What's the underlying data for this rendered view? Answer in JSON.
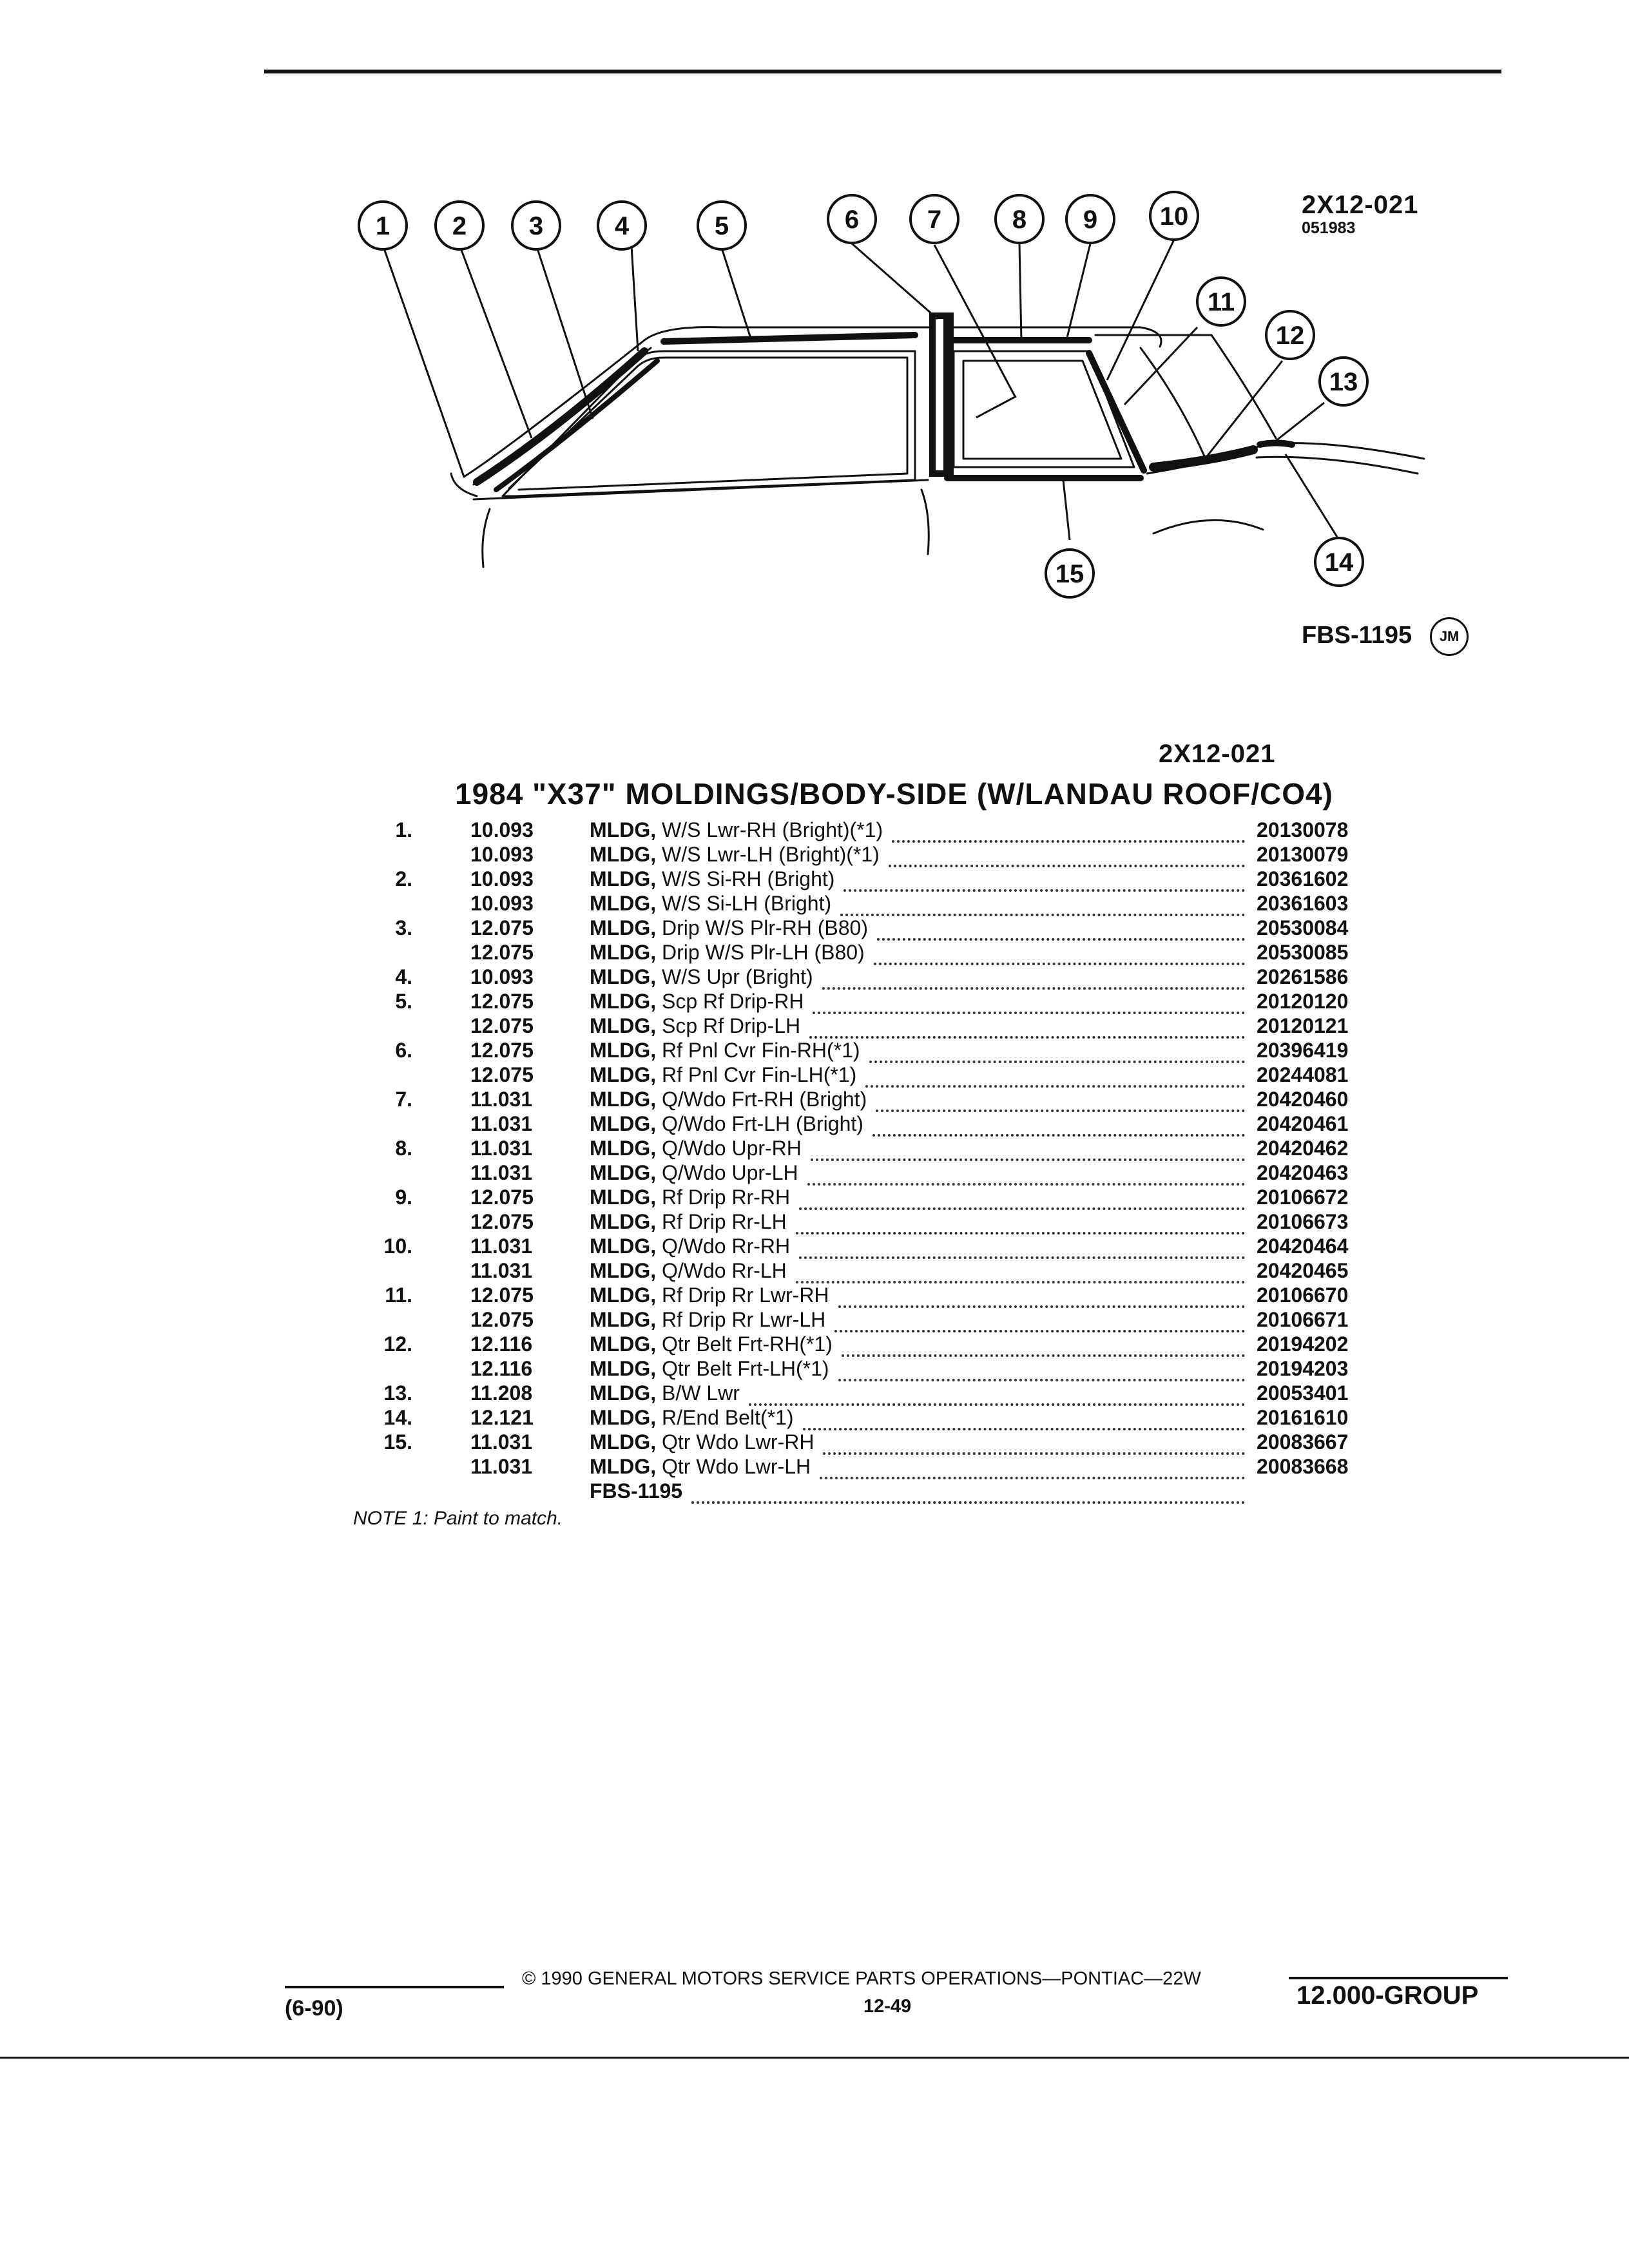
{
  "figure": {
    "id": "2X12-021",
    "date": "051983",
    "fbs_ref": "FBS-1195",
    "artist": "JM",
    "callouts": [
      "1",
      "2",
      "3",
      "4",
      "5",
      "6",
      "7",
      "8",
      "9",
      "10",
      "11",
      "12",
      "13",
      "14",
      "15"
    ]
  },
  "section": {
    "code": "2X12-021",
    "title": "1984 \"X37\" MOLDINGS/BODY-SIDE (W/LANDAU ROOF/CO4)"
  },
  "parts": [
    {
      "ref": "1.",
      "group": "10.093",
      "name": "MLDG,",
      "desc": "W/S Lwr-RH (Bright)(*1)",
      "part": "20130078"
    },
    {
      "ref": "",
      "group": "10.093",
      "name": "MLDG,",
      "desc": "W/S Lwr-LH (Bright)(*1)",
      "part": "20130079"
    },
    {
      "ref": "2.",
      "group": "10.093",
      "name": "MLDG,",
      "desc": "W/S Si-RH (Bright)",
      "part": "20361602"
    },
    {
      "ref": "",
      "group": "10.093",
      "name": "MLDG,",
      "desc": "W/S Si-LH (Bright)",
      "part": "20361603"
    },
    {
      "ref": "3.",
      "group": "12.075",
      "name": "MLDG,",
      "desc": "Drip W/S Plr-RH (B80)",
      "part": "20530084"
    },
    {
      "ref": "",
      "group": "12.075",
      "name": "MLDG,",
      "desc": "Drip W/S Plr-LH (B80)",
      "part": "20530085"
    },
    {
      "ref": "4.",
      "group": "10.093",
      "name": "MLDG,",
      "desc": "W/S Upr (Bright)",
      "part": "20261586"
    },
    {
      "ref": "5.",
      "group": "12.075",
      "name": "MLDG,",
      "desc": "Scp Rf Drip-RH",
      "part": "20120120"
    },
    {
      "ref": "",
      "group": "12.075",
      "name": "MLDG,",
      "desc": "Scp Rf Drip-LH",
      "part": "20120121"
    },
    {
      "ref": "6.",
      "group": "12.075",
      "name": "MLDG,",
      "desc": "Rf Pnl Cvr Fin-RH(*1)",
      "part": "20396419"
    },
    {
      "ref": "",
      "group": "12.075",
      "name": "MLDG,",
      "desc": "Rf Pnl Cvr Fin-LH(*1)",
      "part": "20244081"
    },
    {
      "ref": "7.",
      "group": "11.031",
      "name": "MLDG,",
      "desc": "Q/Wdo Frt-RH (Bright)",
      "part": "20420460"
    },
    {
      "ref": "",
      "group": "11.031",
      "name": "MLDG,",
      "desc": "Q/Wdo Frt-LH (Bright)",
      "part": "20420461"
    },
    {
      "ref": "8.",
      "group": "11.031",
      "name": "MLDG,",
      "desc": "Q/Wdo Upr-RH",
      "part": "20420462"
    },
    {
      "ref": "",
      "group": "11.031",
      "name": "MLDG,",
      "desc": "Q/Wdo Upr-LH",
      "part": "20420463"
    },
    {
      "ref": "9.",
      "group": "12.075",
      "name": "MLDG,",
      "desc": "Rf Drip Rr-RH",
      "part": "20106672"
    },
    {
      "ref": "",
      "group": "12.075",
      "name": "MLDG,",
      "desc": "Rf Drip Rr-LH",
      "part": "20106673"
    },
    {
      "ref": "10.",
      "group": "11.031",
      "name": "MLDG,",
      "desc": "Q/Wdo Rr-RH",
      "part": "20420464"
    },
    {
      "ref": "",
      "group": "11.031",
      "name": "MLDG,",
      "desc": "Q/Wdo Rr-LH",
      "part": "20420465"
    },
    {
      "ref": "11.",
      "group": "12.075",
      "name": "MLDG,",
      "desc": "Rf Drip Rr Lwr-RH",
      "part": "20106670"
    },
    {
      "ref": "",
      "group": "12.075",
      "name": "MLDG,",
      "desc": "Rf Drip Rr Lwr-LH",
      "part": "20106671"
    },
    {
      "ref": "12.",
      "group": "12.116",
      "name": "MLDG,",
      "desc": "Qtr Belt Frt-RH(*1)",
      "part": "20194202"
    },
    {
      "ref": "",
      "group": "12.116",
      "name": "MLDG,",
      "desc": "Qtr Belt Frt-LH(*1)",
      "part": "20194203"
    },
    {
      "ref": "13.",
      "group": "11.208",
      "name": "MLDG,",
      "desc": "B/W Lwr",
      "part": "20053401"
    },
    {
      "ref": "14.",
      "group": "12.121",
      "name": "MLDG,",
      "desc": "R/End Belt(*1)",
      "part": "20161610"
    },
    {
      "ref": "15.",
      "group": "11.031",
      "name": "MLDG,",
      "desc": "Qtr Wdo Lwr-RH",
      "part": "20083667"
    },
    {
      "ref": "",
      "group": "11.031",
      "name": "MLDG,",
      "desc": "Qtr Wdo Lwr-LH",
      "part": "20083668"
    },
    {
      "ref": "",
      "group": "",
      "name": "FBS-1195",
      "desc": "",
      "part": ""
    }
  ],
  "note": "NOTE 1: Paint to match.",
  "footer": {
    "copyright": "© 1990 GENERAL MOTORS SERVICE PARTS OPERATIONS—PONTIAC—22W",
    "page": "12-49",
    "revision": "(6-90)",
    "group": "12.000-GROUP"
  }
}
